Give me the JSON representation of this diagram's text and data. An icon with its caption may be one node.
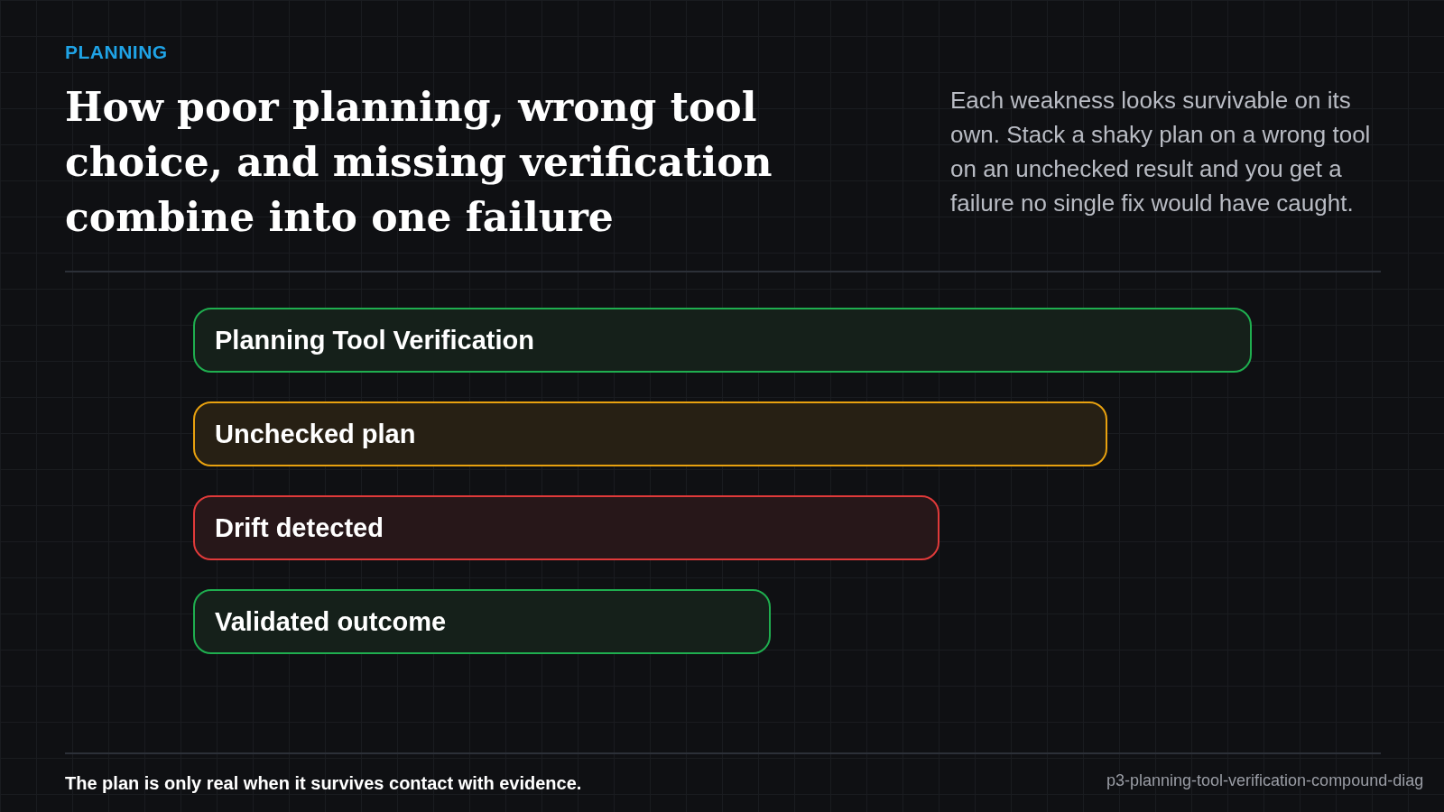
{
  "diagram": {
    "title": "How poor planning, wrong tool choice, and missing verification combine into one failure",
    "nodes": [
      {
        "text": [
          "Planning Tool Verification"
        ]
      },
      {
        "text": [
          "Unchecked plan"
        ]
      },
      {
        "text": [
          "Drift detected"
        ]
      },
      {
        "text": [
          "Validated outcome"
        ]
      }
    ],
    "edges": [],
    "labels": [
      "PLANNING",
      "Each weakness looks survivable on its own. Stack a shaky plan on a wrong tool on an unchecked result and you get a failure no single fix would have caught.",
      "The plan is only real when it survives contact with evidence.",
      "p3-planning-tool-verification-compound-diag"
    ]
  }
}
